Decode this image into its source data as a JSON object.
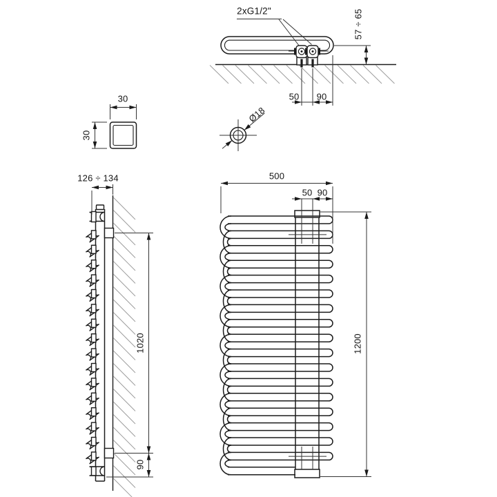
{
  "top_view": {
    "connection_label": "2xG1/2\"",
    "wall_distance": "57 ÷ 65",
    "connection_spacing": "50",
    "edge_offset": "90"
  },
  "tube_section": {
    "width": "30",
    "height": "30"
  },
  "tube_diameter": "Ø18",
  "side_view": {
    "depth_range": "126 ÷ 134",
    "mounting_span": "1020",
    "bottom_offset": "90"
  },
  "front_view": {
    "width": "500",
    "connection_spacing": "50",
    "edge_offset": "90",
    "height": "1200"
  }
}
